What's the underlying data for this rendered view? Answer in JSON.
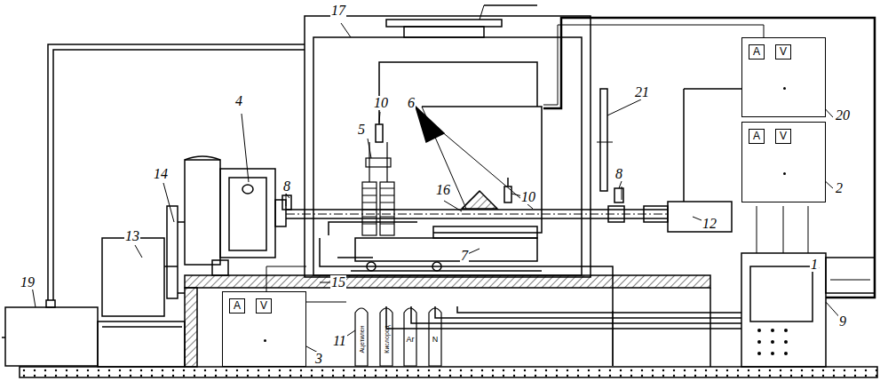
{
  "diagram": {
    "nodes": [
      {
        "text": [
          "A",
          "V"
        ]
      },
      {
        "text": [
          "A",
          "V"
        ]
      },
      {
        "text": [
          "A",
          "V"
        ]
      },
      {
        "text": [
          "Ацетилен"
        ]
      },
      {
        "text": [
          "Кислород"
        ]
      },
      {
        "text": [
          "Ar"
        ]
      },
      {
        "text": [
          "N"
        ]
      }
    ],
    "labels": [
      "17",
      "4",
      "10",
      "6",
      "5",
      "21",
      "20",
      "8",
      "8",
      "14",
      "16",
      "10",
      "12",
      "2",
      "13",
      "7",
      "15",
      "1",
      "11",
      "9",
      "19",
      "3"
    ]
  }
}
